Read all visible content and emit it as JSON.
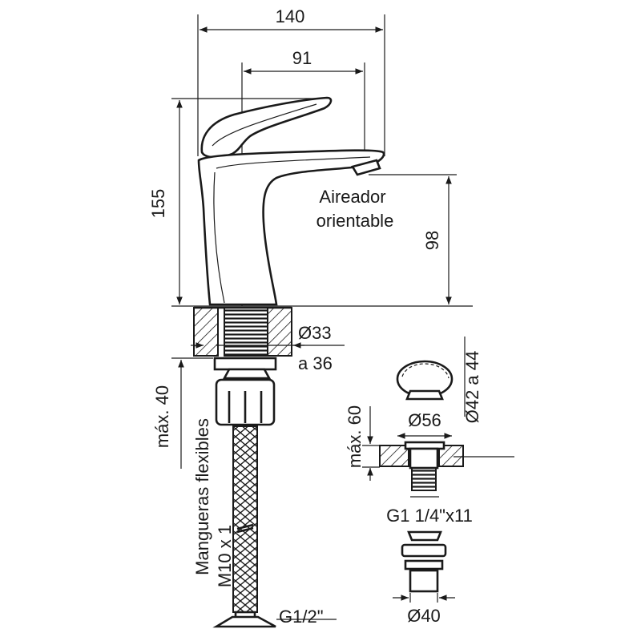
{
  "dimensions": {
    "overall_width": "140",
    "spout_reach": "91",
    "overall_height": "155",
    "spout_height": "98",
    "hole_diameter_line1": "Ø33",
    "hole_diameter_line2": "a 36",
    "max_counter": "máx. 40",
    "hose_line1": "Mangueras flexibles",
    "hose_line2": "M10 x 1",
    "hose_thread": "G1/2\"",
    "drain_max": "máx. 60",
    "drain_flange": "Ø56",
    "drain_hole": "Ø42 a 44",
    "drain_thread": "G1 1/4\"x11",
    "drain_pipe": "Ø40"
  },
  "labels": {
    "aerator_line1": "Aireador",
    "aerator_line2": "orientable"
  }
}
